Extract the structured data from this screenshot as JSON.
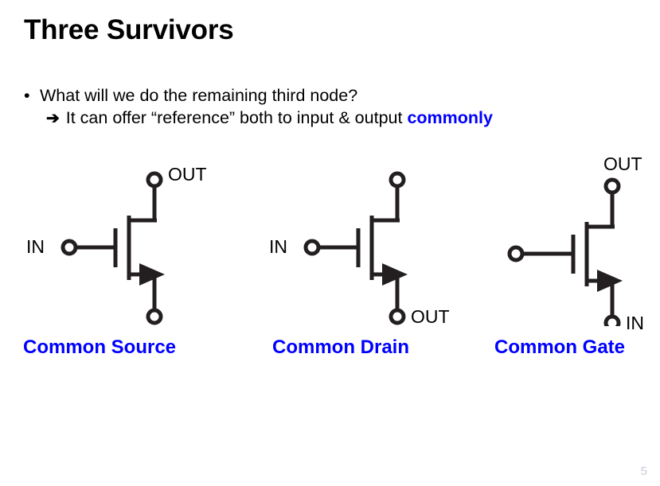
{
  "slide": {
    "title": "Three Survivors",
    "page_number": "5",
    "accent_color": "#0000ff",
    "text_color": "#000000",
    "background_color": "#ffffff"
  },
  "body": {
    "bullet_marker": "•",
    "arrow_marker": "➔",
    "line1": "What will we do the remaining third node?",
    "line2_prefix": "It can offer “reference” both to input & output ",
    "line2_emphasis": "commonly"
  },
  "circuits": [
    {
      "id": "common-source",
      "caption": "Common Source",
      "symbol": "nmos-transistor-icon",
      "top_terminal_label": "OUT",
      "left_terminal_label": "IN",
      "bottom_terminal_label": ""
    },
    {
      "id": "common-drain",
      "caption": "Common Drain",
      "symbol": "nmos-transistor-icon",
      "top_terminal_label": "",
      "left_terminal_label": "IN",
      "bottom_terminal_label": "OUT"
    },
    {
      "id": "common-gate",
      "caption": "Common Gate",
      "symbol": "nmos-transistor-icon",
      "top_terminal_label": "OUT",
      "left_terminal_label": "",
      "bottom_terminal_label": "IN"
    }
  ]
}
